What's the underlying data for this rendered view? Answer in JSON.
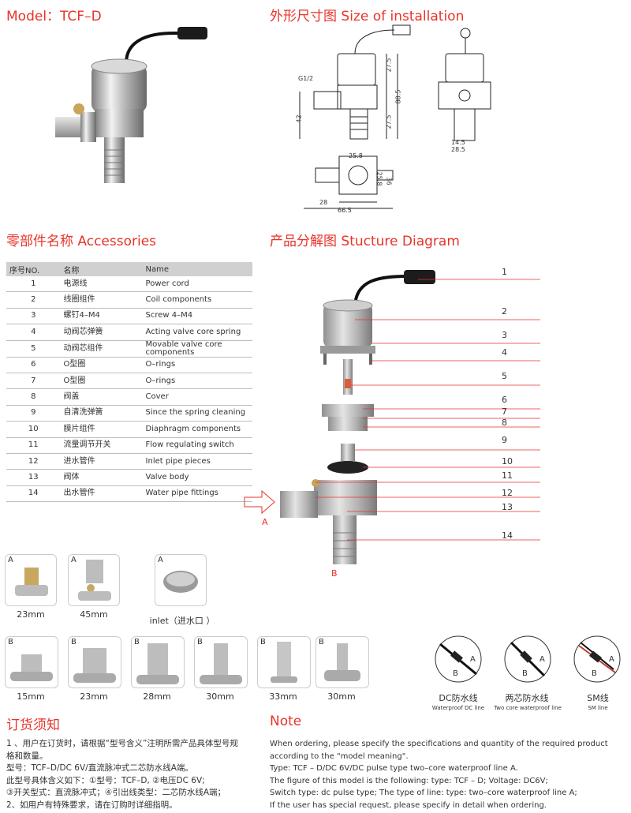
{
  "model_heading": "Model：TCF–D",
  "installation_heading": "外形尺寸图 Size of installation",
  "accessories_heading": "零部件名称 Accessories",
  "structure_heading": "产品分解图 Stucture Diagram",
  "dimensions": {
    "g12": "G1/2",
    "d27_5_top": "27.5",
    "d88_5": "88.5",
    "d42": "42",
    "d27_5_bot": "27.5",
    "d14_5": "14.5",
    "d28_5": "28.5",
    "d25_8_top": "25.8",
    "d25_8_side": "25.8",
    "d36": "36",
    "d28": "28",
    "d66_5": "66.5"
  },
  "accessories": {
    "headers": [
      "序号NO.",
      "名称",
      "Name"
    ],
    "rows": [
      {
        "no": "1",
        "zh": "电源线",
        "en": "Power cord"
      },
      {
        "no": "2",
        "zh": "线圈组件",
        "en": "Coil components"
      },
      {
        "no": "3",
        "zh": "螺钉4–M4",
        "en": "Screw 4–M4"
      },
      {
        "no": "4",
        "zh": "动阀芯弹簧",
        "en": "Acting valve core spring"
      },
      {
        "no": "5",
        "zh": "动阀芯组件",
        "en": "Movable valve core components"
      },
      {
        "no": "6",
        "zh": "O型圈",
        "en": "O–rings"
      },
      {
        "no": "7",
        "zh": "O型圈",
        "en": "O–rings"
      },
      {
        "no": "8",
        "zh": "阀盖",
        "en": "Cover"
      },
      {
        "no": "9",
        "zh": "自清洗弹簧",
        "en": "Since the spring cleaning"
      },
      {
        "no": "10",
        "zh": "膜片组件",
        "en": "Diaphragm components"
      },
      {
        "no": "11",
        "zh": "流量调节开关",
        "en": "Flow regulating switch"
      },
      {
        "no": "12",
        "zh": "进水管件",
        "en": "Inlet pipe pieces"
      },
      {
        "no": "13",
        "zh": "阀体",
        "en": "Valve body"
      },
      {
        "no": "14",
        "zh": "出水管件",
        "en": "Water pipe fittings"
      }
    ]
  },
  "diagram": {
    "numbers": [
      "1",
      "2",
      "3",
      "4",
      "5",
      "6",
      "7",
      "8",
      "9",
      "10",
      "11",
      "12",
      "13",
      "14"
    ],
    "inlet_label": "A",
    "outlet_label": "B"
  },
  "inlet_options": {
    "items": [
      {
        "tag": "A",
        "caption": "23mm"
      },
      {
        "tag": "A",
        "caption": "45mm"
      },
      {
        "tag": "A",
        "caption": "inlet（进水口 ）"
      }
    ]
  },
  "outlet_options": {
    "items": [
      {
        "tag": "B",
        "caption": "15mm"
      },
      {
        "tag": "B",
        "caption": "23mm"
      },
      {
        "tag": "B",
        "caption": "28mm"
      },
      {
        "tag": "B",
        "caption": "30mm"
      },
      {
        "tag": "B",
        "caption": "33mm"
      },
      {
        "tag": "B",
        "caption": "30mm"
      }
    ]
  },
  "wires": [
    {
      "title": "DC防水线",
      "sub": "Waterproof  DC line",
      "a": "A",
      "b": "B"
    },
    {
      "title": "两芯防水线",
      "sub": "Two core waterproof line",
      "a": "A",
      "b": "B"
    },
    {
      "title": "SM线",
      "sub": "SM line",
      "a": "A",
      "b": "B"
    }
  ],
  "ordering": {
    "heading": "订货须知",
    "lines": [
      "1 、用户在订货时，请根据“型号含义”注明所需产品具体型号规",
      "格和数量。",
      " 型号：TCF–D/DC 6V/直流脉冲式二芯防水线A端。",
      " 此型号具体含义如下：①型号：TCF–D, ②电压DC 6V;",
      " ③开关型式：直流脉冲式；④引出线类型：二芯防水线A端；",
      "2、如用户有特殊要求，请在订购时详细指明。"
    ]
  },
  "note": {
    "heading": "Note",
    "lines": [
      "When ordering, please specify the specifications and quantity of the required product",
      "according to the \"model meaning\".",
      "Type: TCF – D/DC 6V/DC pulse type two–core waterproof line A.",
      "The figure of this model is the following: type: TCF – D; Voltage: DC6V;",
      "Switch type: dc pulse type; The type of line: type: two–core waterproof line A;",
      "If the user has special request, please specify in detail when ordering."
    ]
  }
}
